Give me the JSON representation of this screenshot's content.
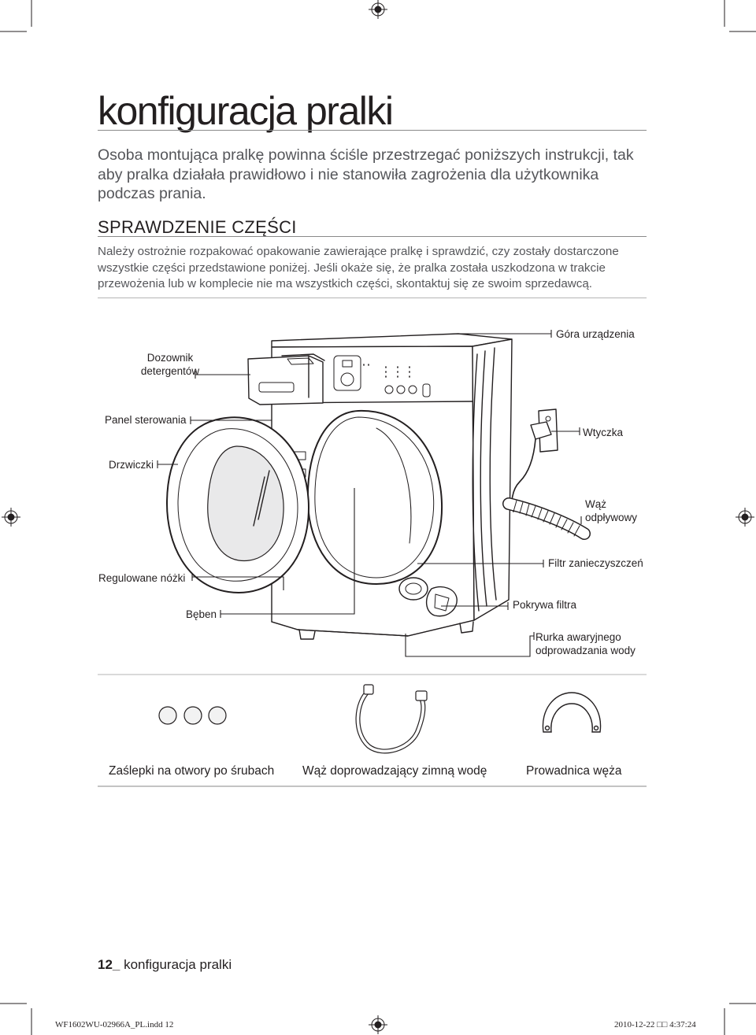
{
  "page": {
    "title": "konfiguracja pralki",
    "intro": "Osoba montująca pralkę powinna ściśle przestrzegać poniższych instrukcji, tak aby pralka działała prawidłowo i nie stanowiła zagrożenia dla użytkownika podczas prania.",
    "section_title": "SPRAWDZENIE CZĘŚCI",
    "section_text": "Należy ostrożnie rozpakować opakowanie zawierające pralkę i sprawdzić, czy zostały dostarczone wszystkie części przedstawione poniżej. Jeśli okaże się, że pralka została uszkodzona w trakcie przewożenia lub w komplecie nie ma wszystkich części, skontaktuj się ze swoim sprzedawcą."
  },
  "diagram": {
    "labels": {
      "dozownik": "Dozownik\ndetergentów",
      "gora": "Góra urządzenia",
      "panel": "Panel sterowania",
      "wtyczka": "Wtyczka",
      "drzwiczki": "Drzwiczki",
      "waz_odplywowy": "Wąż\nodpływowy",
      "filtr": "Filtr zanieczyszczeń",
      "nozki": "Regulowane nóżki",
      "pokrywa": "Pokrywa filtra",
      "beben": "Bęben",
      "rurka": "Rurka awaryjnego\nodprowadzania wody"
    }
  },
  "accessories": [
    {
      "label": "Zaślepki na otwory po śrubach",
      "icon": "screw-caps-icon"
    },
    {
      "label": "Wąż doprowadzający zimną wodę",
      "icon": "water-hose-icon"
    },
    {
      "label": "Prowadnica węża",
      "icon": "hose-guide-icon"
    }
  ],
  "footer": {
    "page_number": "12_",
    "section": " konfiguracja pralki"
  },
  "slug": {
    "file": "WF1602WU-02966A_PL.indd   12",
    "timestamp": "2010-12-22   □□ 4:37:24"
  }
}
